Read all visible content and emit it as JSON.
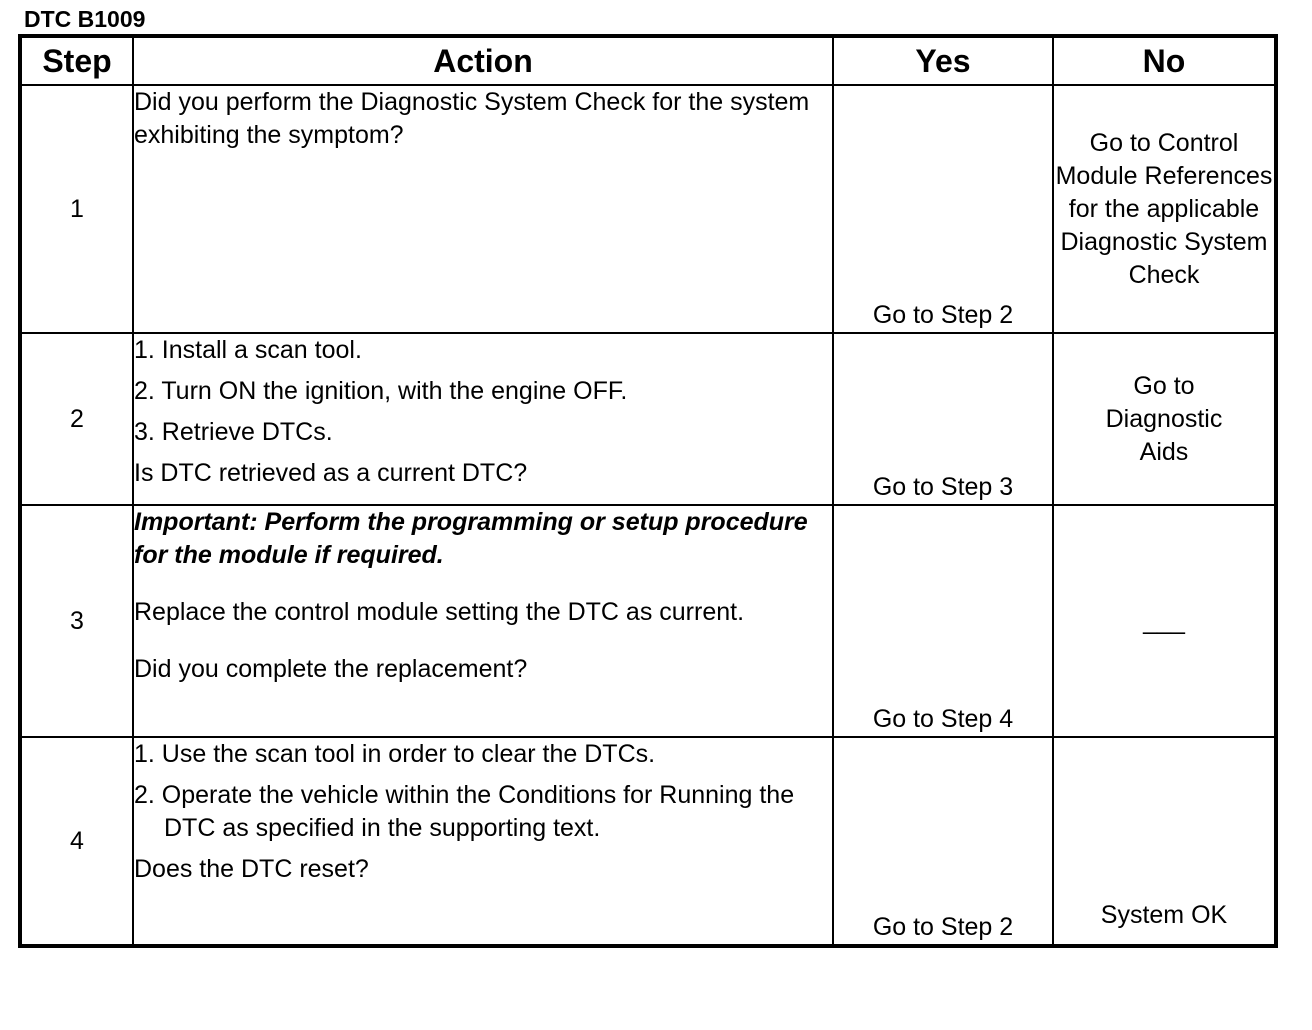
{
  "title": "DTC B1009",
  "table": {
    "headers": {
      "step": "Step",
      "action": "Action",
      "yes": "Yes",
      "no": "No"
    },
    "rows": [
      {
        "step": "1",
        "action_text": "Did you perform the Diagnostic System Check for the system exhibiting  the symptom?",
        "yes": "Go to Step 2",
        "no": "Go to Control Module References for the applicable Diagnostic System Check"
      },
      {
        "step": "2",
        "items": [
          "1. Install a scan tool.",
          "2. Turn ON the ignition, with the engine OFF.",
          "3. Retrieve DTCs."
        ],
        "question": "Is DTC retrieved as a current DTC?",
        "yes": "Go to Step 3",
        "no": "Go to Diagnostic Aids"
      },
      {
        "step": "3",
        "important": "Important: Perform the programming or setup procedure for the module if required.",
        "instruction": "Replace the control module setting the DTC as current.",
        "question": "Did you complete the replacement?",
        "yes": "Go to Step 4",
        "no": "___"
      },
      {
        "step": "4",
        "items": [
          "1. Use the scan tool in order to clear the DTCs.",
          "2. Operate the vehicle within the Conditions for Running the DTC  as specified in the supporting text."
        ],
        "question": "Does the DTC reset?",
        "yes": "Go to Step 2",
        "no": "System OK"
      }
    ]
  }
}
